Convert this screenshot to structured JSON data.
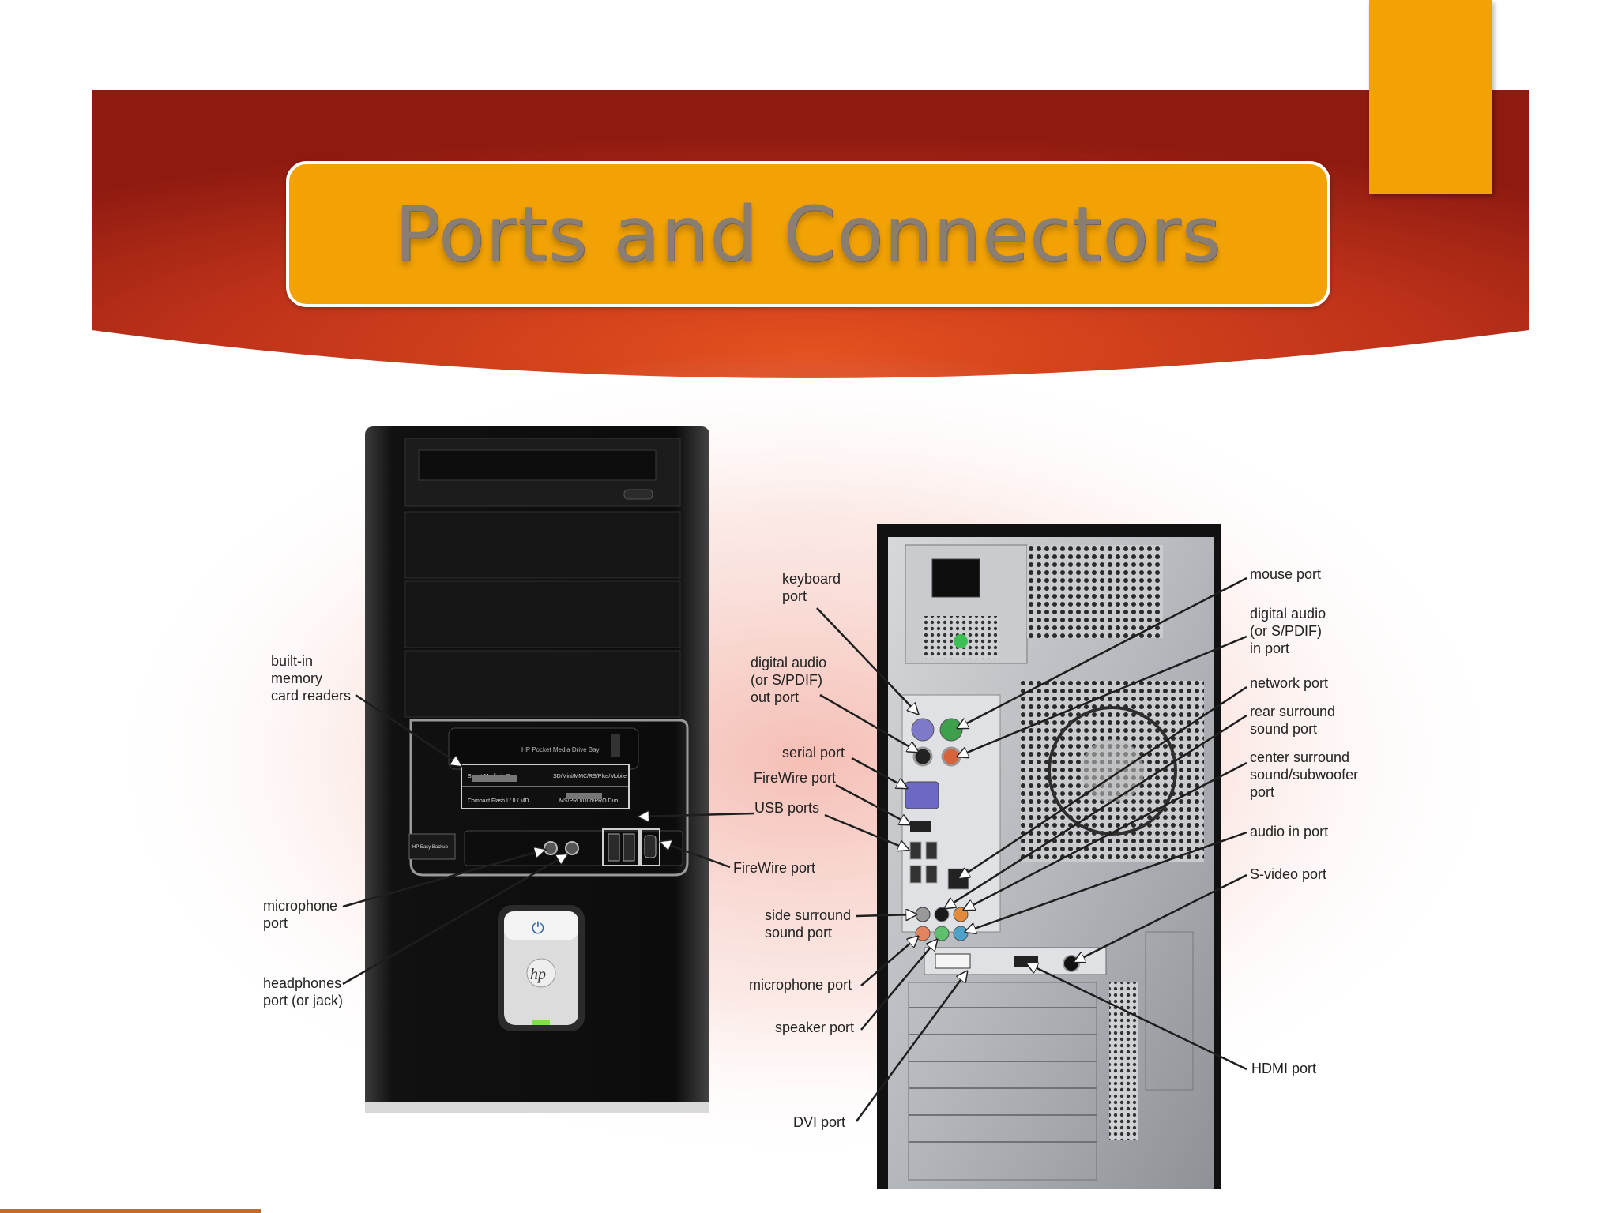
{
  "slide": {
    "title": "Ports and Connectors"
  },
  "colors": {
    "banner_dark": "#8e1a10",
    "banner_mid": "#d7401a",
    "accent": "#f2a205",
    "title_text": "#8a7d72",
    "case_black": "#111111",
    "case_silver": "#b9bcc0"
  },
  "labels": {
    "front": {
      "card_readers": "built-in\nmemory\ncard readers",
      "microphone": "microphone\nport",
      "headphones": "headphones\nport (or jack)"
    },
    "rear_left": {
      "keyboard": "keyboard\nport",
      "spdif_out": "digital audio\n(or S/PDIF)\nout port",
      "serial": "serial port",
      "firewire_rear": "FireWire port",
      "usb": "USB ports",
      "firewire_front": "FireWire port",
      "side_surround": "side surround\nsound port",
      "microphone_rear": "microphone port",
      "speaker": "speaker port",
      "dvi": "DVI port"
    },
    "rear_right": {
      "mouse": "mouse port",
      "spdif_in": "digital audio\n(or S/PDIF)\nin port",
      "network": "network port",
      "rear_surround": "rear surround\nsound port",
      "center_surround": "center surround\nsound/subwoofer\nport",
      "audio_in": "audio in port",
      "svideo": "S-video port",
      "hdmi": "HDMI port"
    },
    "device_text": {
      "bay_label": "HP Pocket Media Drive Bay",
      "reader_top_left": "Smart Media / xD",
      "reader_top_right": "SD/Mini/MMC/RS/Plus/Mobile",
      "reader_bottom_left": "Compact Flash I / II / MD",
      "reader_bottom_right": "MS/PRO/Duo/PRO Duo",
      "easy_backup": "HP Easy Backup"
    }
  }
}
